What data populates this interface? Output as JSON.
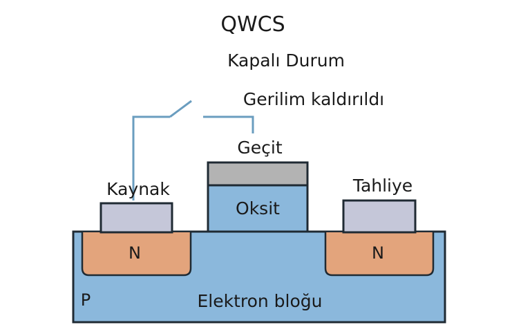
{
  "title": "QWCS",
  "subtitle": "Kapalı Durum",
  "switch_caption": "Gerilim kaldırıldı",
  "labels": {
    "gate": "Geçit",
    "oxide": "Oksit",
    "source": "Kaynak",
    "drain": "Tahliye",
    "source_region": "N",
    "drain_region": "N",
    "substrate_type": "P",
    "substrate": "Elektron bloğu"
  },
  "colors": {
    "substrate": "#8bb8dc",
    "n_region": "#e3a47c",
    "contact": "#c5c7d9",
    "gate_metal": "#b3b3b3",
    "oxide": "#8bb8dc",
    "wire": "#6a9dbf",
    "outline": "#1f2a33"
  },
  "switch_state": "open"
}
